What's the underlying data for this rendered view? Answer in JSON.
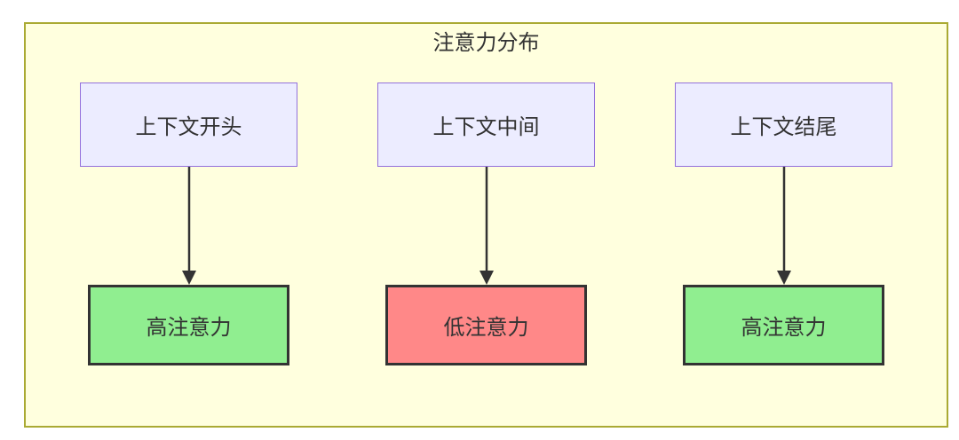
{
  "diagram": {
    "type": "flowchart",
    "title": "注意力分布",
    "columns": [
      {
        "source": "上下文开头",
        "target": "高注意力",
        "target_type": "high"
      },
      {
        "source": "上下文中间",
        "target": "低注意力",
        "target_type": "low"
      },
      {
        "source": "上下文结尾",
        "target": "高注意力",
        "target_type": "high"
      }
    ],
    "edges": [
      {
        "from": "上下文开头",
        "to": "高注意力",
        "style": "arrow-down"
      },
      {
        "from": "上下文中间",
        "to": "低注意力",
        "style": "arrow-down"
      },
      {
        "from": "上下文结尾",
        "to": "高注意力",
        "style": "arrow-down"
      }
    ],
    "colors": {
      "container_fill": "#ffffde",
      "container_border": "#aaaa33",
      "source_fill": "#ECECFF",
      "source_border": "#9370DB",
      "high_attention_fill": "#90EE90",
      "low_attention_fill": "#FF8888",
      "dark_border": "#333333",
      "text": "#333333",
      "arrow": "#333333"
    }
  }
}
